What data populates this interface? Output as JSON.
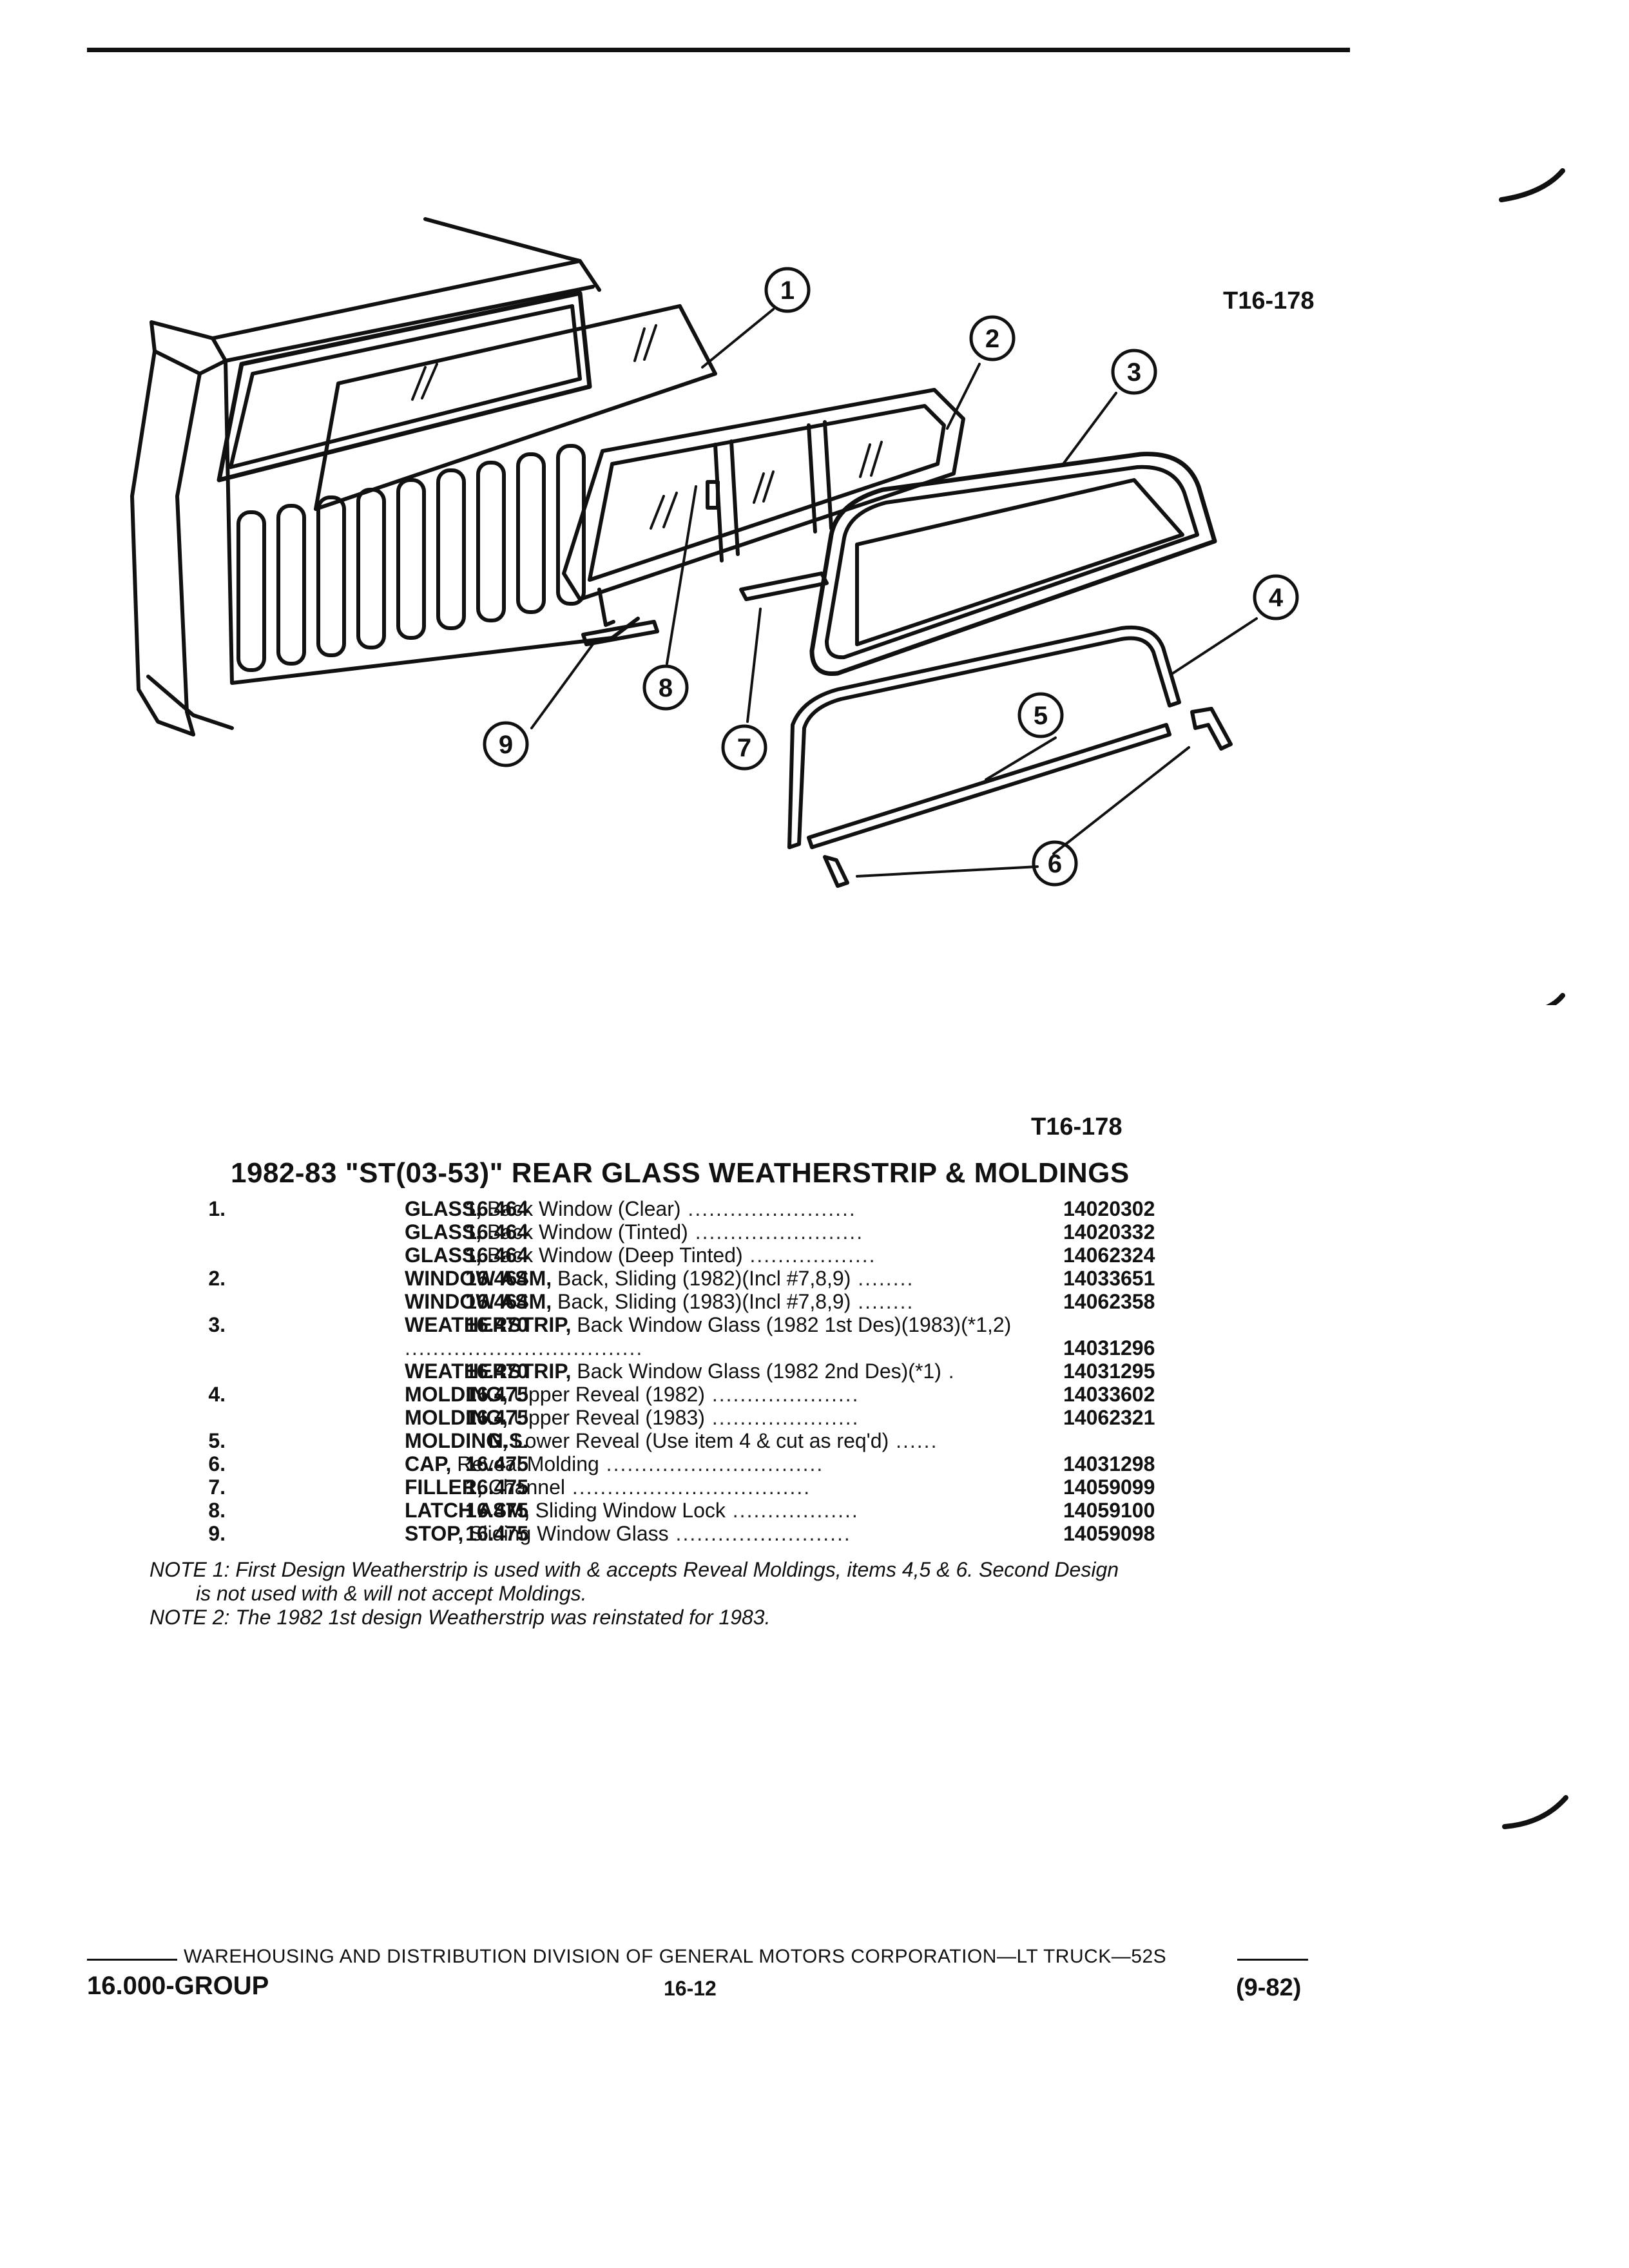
{
  "figure_code": "T16-178",
  "title": "1982-83 \"ST(03-53)\" REAR GLASS WEATHERSTRIP & MOLDINGS",
  "callouts": [
    "1",
    "2",
    "3",
    "4",
    "5",
    "6",
    "7",
    "8",
    "9"
  ],
  "parts": [
    {
      "item": "1.",
      "group": "16.464",
      "name": "GLASS,",
      "desc": " Back Window (Clear)",
      "leader": " ........................ ",
      "part": "14020302"
    },
    {
      "item": "",
      "group": "16.464",
      "name": "GLASS,",
      "desc": " Back Window (Tinted)",
      "leader": " ........................ ",
      "part": "14020332"
    },
    {
      "item": "",
      "group": "16.464",
      "name": "GLASS,",
      "desc": " Back Window (Deep Tinted)",
      "leader": " .................. ",
      "part": "14062324"
    },
    {
      "item": "2.",
      "group": "16.464",
      "name": "WINDOW ASM,",
      "desc": " Back, Sliding (1982)(Incl #7,8,9)",
      "leader": " ........ ",
      "part": "14033651"
    },
    {
      "item": "",
      "group": "16.464",
      "name": "WINDOW ASM,",
      "desc": " Back, Sliding (1983)(Incl #7,8,9)",
      "leader": " ........ ",
      "part": "14062358"
    },
    {
      "item": "3.",
      "group": "16.470",
      "name": "WEATHERSTRIP,",
      "desc": " Back Window Glass (1982 1st Des)(1983)(*1,2)",
      "leader": " .................................. ",
      "part": "14031296",
      "wrap": true
    },
    {
      "item": "",
      "group": "16.470",
      "name": "WEATHERSTRIP,",
      "desc": " Back Window Glass (1982 2nd Des)(*1)",
      "leader": " . ",
      "part": "14031295"
    },
    {
      "item": "4.",
      "group": "16.475",
      "name": "MOLDING,",
      "desc": " Upper Reveal (1982)",
      "leader": " ..................... ",
      "part": "14033602"
    },
    {
      "item": "",
      "group": "16.475",
      "name": "MOLDING,",
      "desc": " Upper Reveal (1983)",
      "leader": " ..................... ",
      "part": "14062321"
    },
    {
      "item": "5.",
      "group": "N.S.",
      "name": "MOLDING,",
      "desc": " Lower Reveal (Use item 4 & cut as req'd)",
      "leader": " ...... ",
      "part": ""
    },
    {
      "item": "6.",
      "group": "16.475",
      "name": "CAP,",
      "desc": " Reveal Molding",
      "leader": " ............................... ",
      "part": "14031298"
    },
    {
      "item": "7.",
      "group": "16.475",
      "name": "FILLER,",
      "desc": " Channel",
      "leader": " .................................. ",
      "part": "14059099"
    },
    {
      "item": "8.",
      "group": "16.475",
      "name": "LATCH ASM,",
      "desc": " Sliding Window Lock",
      "leader": " .................. ",
      "part": "14059100"
    },
    {
      "item": "9.",
      "group": "16.475",
      "name": "STOP,",
      "desc": " Sliding Window Glass",
      "leader": " ......................... ",
      "part": "14059098"
    }
  ],
  "notes": {
    "note1_line1": "NOTE 1: First Design Weatherstrip is used with & accepts Reveal Moldings, items 4,5 & 6. Second Design",
    "note1_line2": "is not used with & will not accept Moldings.",
    "note2": "NOTE 2: The 1982 1st design Weatherstrip was reinstated for 1983."
  },
  "footer": {
    "division": "WAREHOUSING AND DISTRIBUTION  DIVISION OF GENERAL MOTORS CORPORATION—LT TRUCK—52S",
    "group": "16.000-GROUP",
    "page": "16-12",
    "date": "(9-82)"
  }
}
